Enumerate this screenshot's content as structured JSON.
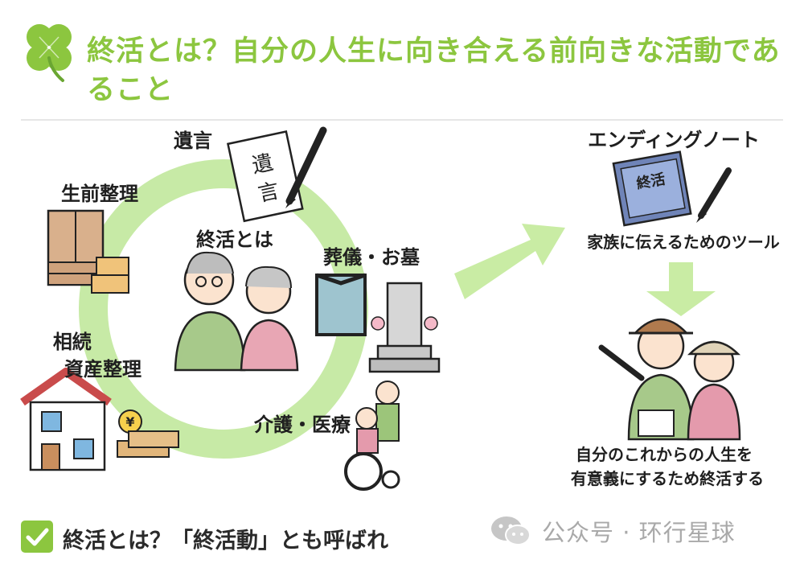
{
  "header": {
    "title": "終活とは？自分の人生に向き合える前向きな活動であること"
  },
  "cycle": {
    "center_label": "終活とは",
    "items": [
      {
        "label": "遺言"
      },
      {
        "label": "生前整理"
      },
      {
        "label": "葬儀・お墓"
      },
      {
        "label": "相続\n資産整理"
      },
      {
        "label": "介護・医療"
      }
    ],
    "will_paper_text": "遺言",
    "money_symbol": "¥"
  },
  "ending_note": {
    "title": "エンディングノート",
    "book_label": "終活",
    "caption": "家族に伝えるためのツール"
  },
  "result": {
    "caption_line1": "自分のこれからの人生を",
    "caption_line2": "有意義にするため終活する"
  },
  "footer": {
    "text": "終活とは？「終活動」とも呼ばれ"
  },
  "watermark": {
    "text": "公众号 · 环行星球"
  },
  "colors": {
    "accent": "#8cc63f",
    "ring": "#c7eaa6",
    "arrow": "#c9eca4",
    "text": "#1f1f1f"
  }
}
